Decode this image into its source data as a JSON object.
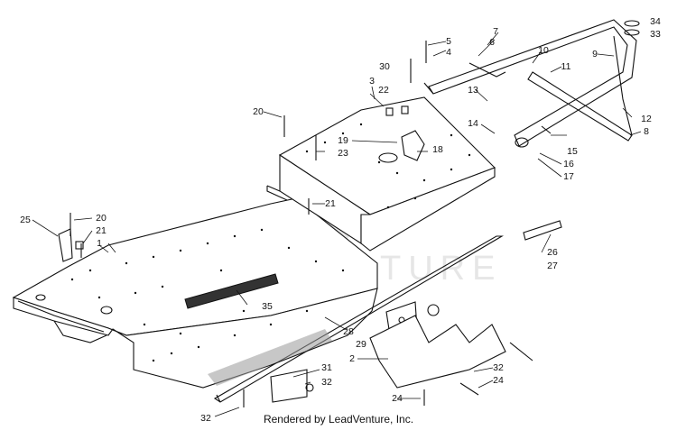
{
  "credit": "Rendered by LeadVenture, Inc.",
  "watermark": "LEADVENTURE",
  "labels": [
    "1",
    "2",
    "3",
    "4",
    "5",
    "6",
    "7",
    "8",
    "9",
    "10",
    "11",
    "12",
    "13",
    "14",
    "15",
    "16",
    "17",
    "18",
    "19",
    "20",
    "20",
    "20",
    "21",
    "21",
    "22",
    "23",
    "24",
    "24",
    "25",
    "26",
    "27",
    "28",
    "29",
    "30",
    "31",
    "32",
    "32",
    "32",
    "33",
    "34",
    "35"
  ]
}
